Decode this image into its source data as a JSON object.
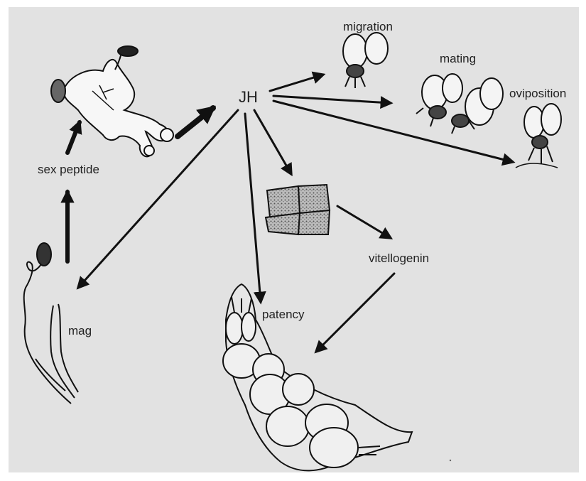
{
  "diagram": {
    "hub_label": "JH",
    "labels": {
      "migration": "migration",
      "mating": "mating",
      "oviposition": "oviposition",
      "sex_peptide": "sex peptide",
      "mag": "mag",
      "patency": "patency",
      "vitellogenin": "vitellogenin"
    }
  }
}
